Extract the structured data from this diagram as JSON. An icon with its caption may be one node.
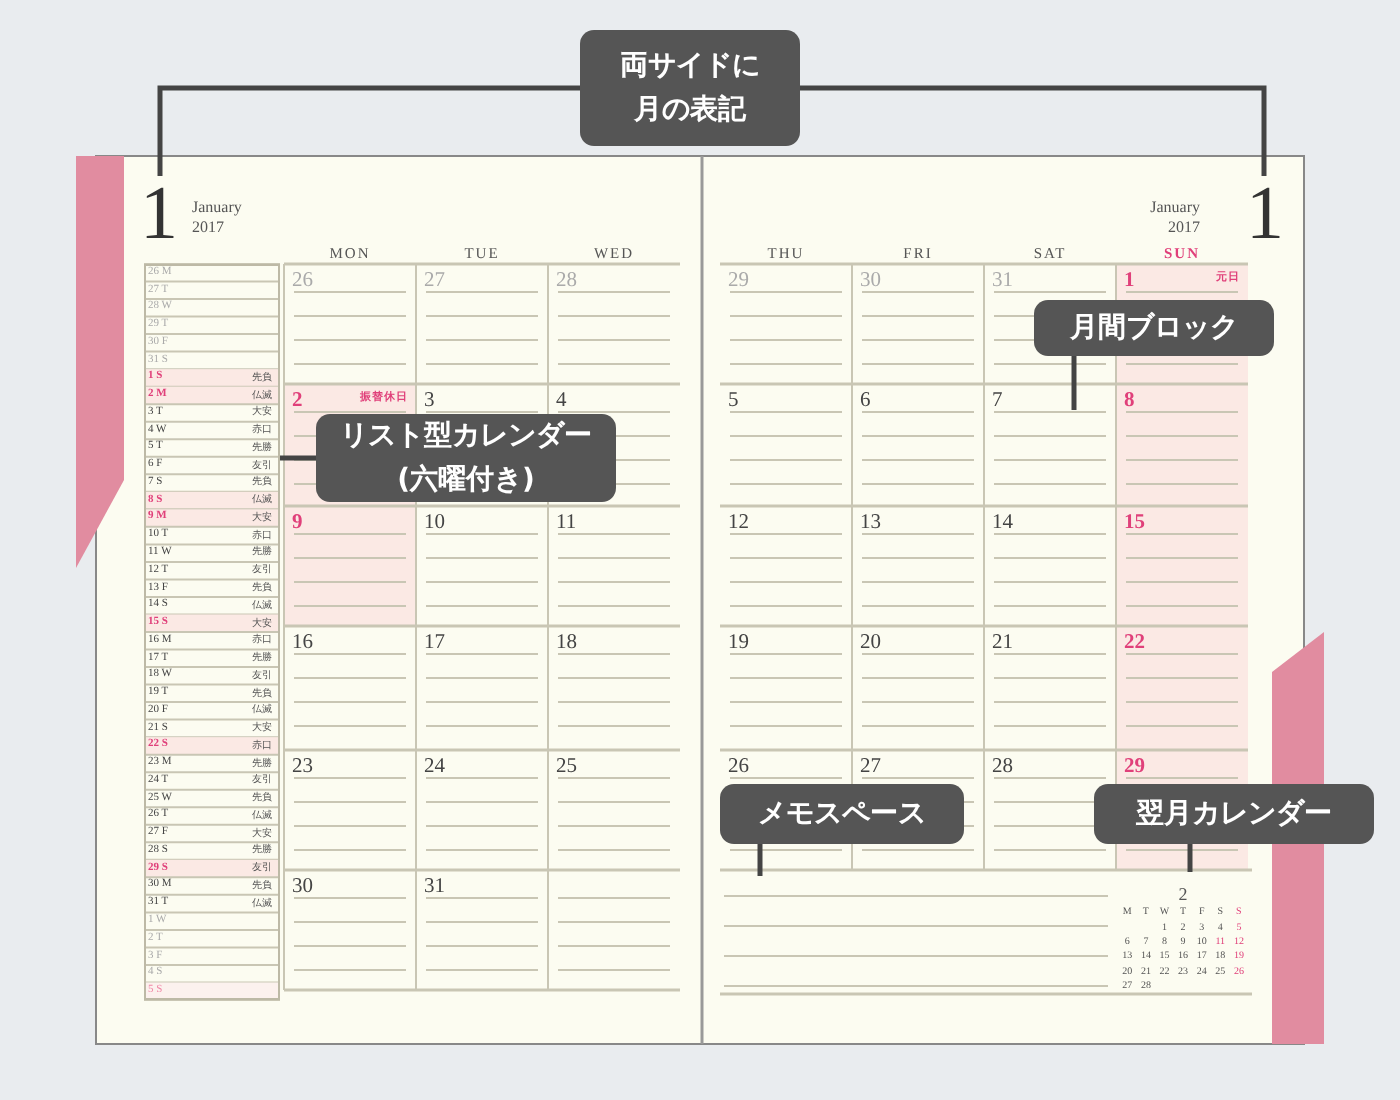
{
  "diagram": {
    "nodes": [
      {
        "text": [
          "両サイドに月の表記"
        ]
      },
      {
        "text": [
          "1",
          "January 2017"
        ]
      },
      {
        "text": [
          "January 2017",
          "1"
        ]
      },
      {
        "text": [
          "月間ブロック"
        ]
      },
      {
        "text": [
          "リスト型カレンダー(六曜付き)"
        ]
      },
      {
        "text": [
          "メモスペース"
        ]
      },
      {
        "text": [
          "翌月カレンダー"
        ]
      },
      {
        "text": [],
        "shape": "box"
      }
    ],
    "edges": [
      {
        "from": 0,
        "to": 1,
        "arrow": "none"
      },
      {
        "from": 0,
        "to": 2,
        "arrow": "none"
      },
      {
        "from": 3,
        "to": null,
        "arrow": "none"
      },
      {
        "from": 4,
        "to": 7,
        "arrow": "none"
      },
      {
        "from": 5,
        "to": null,
        "arrow": "none"
      },
      {
        "from": 6,
        "to": null,
        "arrow": "none"
      }
    ],
    "labels": [
      "MON",
      "TUE",
      "WED",
      "THU",
      "FRI",
      "SAT",
      "SUN",
      "26 M",
      "27 T",
      "28 W",
      "29 T",
      "30 F",
      "31 S",
      "1 S",
      "先負",
      "2 M",
      "仏滅",
      "3 T",
      "大安",
      "4 W",
      "赤口",
      "5 T",
      "先勝",
      "6 F",
      "友引",
      "7 S",
      "先負",
      "8 S",
      "仏滅",
      "9 M",
      "大安",
      "10 T",
      "赤口",
      "11 W",
      "先勝",
      "12 T",
      "友引",
      "13 F",
      "先負",
      "14 S",
      "仏滅",
      "15 S",
      "大安",
      "16 M",
      "赤口",
      "17 T",
      "先勝",
      "18 W",
      "友引",
      "19 T",
      "先負",
      "20 F",
      "仏滅",
      "21 S",
      "大安",
      "22 S",
      "赤口",
      "23 M",
      "先勝",
      "24 T",
      "友引",
      "25 W",
      "先負",
      "26 T",
      "仏滅",
      "27 F",
      "大安",
      "28 S",
      "先勝",
      "29 S",
      "友引",
      "30 M",
      "先負",
      "31 T",
      "仏滅",
      "1 W",
      "2 T",
      "3 F",
      "4 S",
      "5 S",
      "26",
      "27",
      "28",
      "29",
      "30",
      "31",
      "1",
      "元日",
      "2",
      "振替休日",
      "3",
      "4",
      "5",
      "6",
      "7",
      "8",
      "9",
      "10",
      "11",
      "12",
      "13",
      "14",
      "15",
      "16",
      "17",
      "18",
      "19",
      "20",
      "21",
      "22",
      "23",
      "24",
      "25",
      "26",
      "27",
      "28",
      "29",
      "30",
      "31",
      "2",
      "M",
      "T",
      "W",
      "T",
      "F",
      "S",
      "S",
      "1",
      "2",
      "3",
      "4",
      "5",
      "6",
      "7",
      "8",
      "9",
      "10",
      "11",
      "12",
      "13",
      "14",
      "15",
      "16",
      "17",
      "18",
      "19",
      "20",
      "21",
      "22",
      "23",
      "24",
      "25",
      "26",
      "27",
      "28"
    ]
  }
}
